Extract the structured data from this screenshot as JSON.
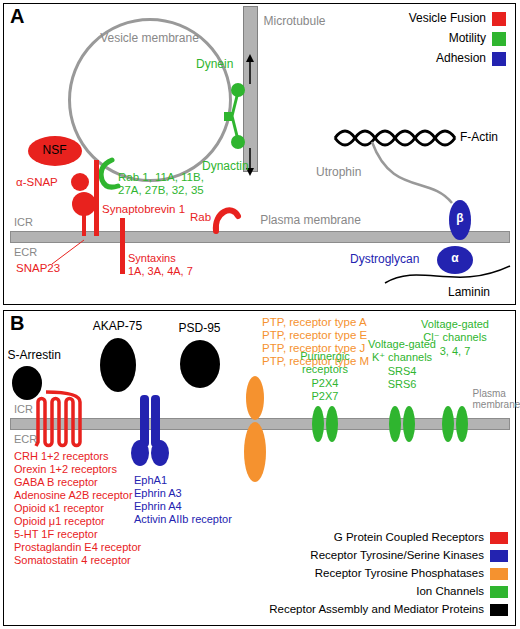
{
  "diagram": {
    "nodes": [
      {
        "text": [
          "A"
        ]
      },
      {
        "text": [
          "Vesicle membrane"
        ],
        "in": 0
      },
      {
        "text": [
          "Microtubule"
        ],
        "in": 0
      },
      {
        "text": [
          "NSF"
        ],
        "in": 0
      },
      {
        "text": [
          "Plasma membrane"
        ],
        "in": 0
      },
      {
        "text": [
          "B"
        ]
      },
      {
        "text": [
          "S-Arrestin"
        ],
        "in": 5
      },
      {
        "text": [
          "AKAP-75"
        ],
        "in": 5
      },
      {
        "text": [
          "PSD-95"
        ],
        "in": 5
      },
      {
        "text": [
          "Plasma membrane"
        ],
        "in": 5
      }
    ],
    "labels": [
      "Dynein",
      "Dynactin",
      "Synaptobrevin 1",
      "α-SNAP",
      "SNAP23",
      "Syntaxins 1A, 3A, 4A, 7",
      "Rab",
      "Rab 1, 11A, 11B, 27A, 27B, 32, 35",
      "F-Actin",
      "Utrophin",
      "β",
      "α",
      "Dystroglycan",
      "Laminin",
      "ICR",
      "ECR",
      "PTP, receptor type A",
      "PTP, receptor type E",
      "PTP, receptor type J",
      "PTP, receptor type M",
      "Purinergic receptors",
      "P2X4",
      "P2X7",
      "Voltage-gated K⁺ channels",
      "SRS4",
      "SRS6",
      "Voltage-gated Cl⁻ channels",
      "3, 4, 7",
      "ICR",
      "ECR",
      "CRH 1+2 receptors",
      "Orexin 1+2 receptors",
      "GABA B receptor",
      "Adenosine A2B receptor",
      "Opioid κ1 receptor",
      "Opioid μ1 receptor",
      "5-HT 1F receptor",
      "Prostaglandin E4 receptor",
      "Somatostatin 4 receptor",
      "EphA1",
      "Ephrin A3",
      "Ephrin A4",
      "Activin AIIb receptor"
    ],
    "legend": [
      {
        "text": "Vesicle Fusion",
        "color": "#e8221e"
      },
      {
        "text": "Motility",
        "color": "#2fb52f"
      },
      {
        "text": "Adhesion",
        "color": "#2323b0"
      },
      {
        "text": "G Protein Coupled Receptors",
        "color": "#e8221e"
      },
      {
        "text": "Receptor Tyrosine/Serine Kinases",
        "color": "#2323b0"
      },
      {
        "text": "Receptor Tyrosine Phosphatases",
        "color": "#f5922f"
      },
      {
        "text": "Ion Channels",
        "color": "#2fb52f"
      },
      {
        "text": "Receptor Assembly and Mediator Proteins",
        "color": "#000000"
      }
    ]
  }
}
